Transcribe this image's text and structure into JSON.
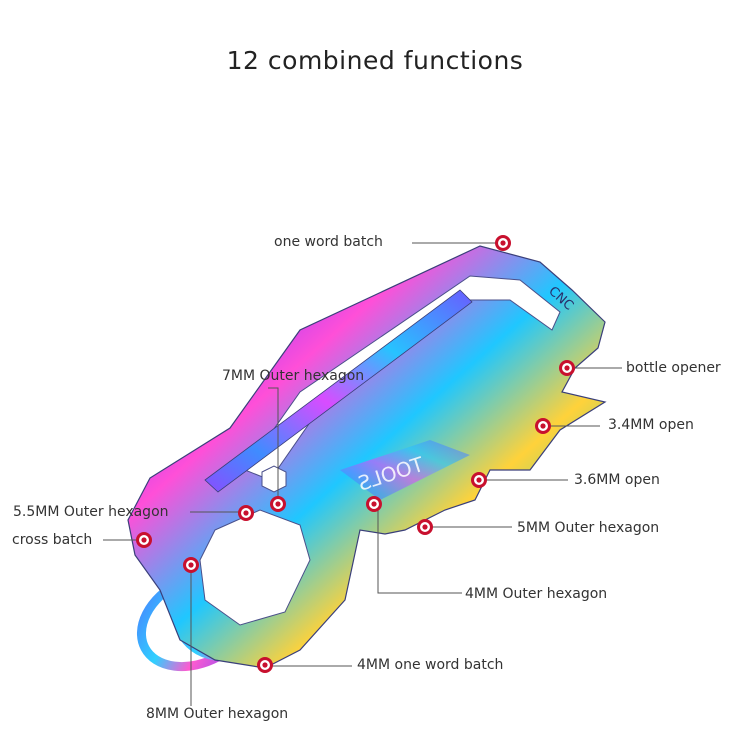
{
  "title": "12 combined functions",
  "engravings": {
    "top": "CNC",
    "middle": "TOOLS"
  },
  "colors": {
    "marker": "#c8102e",
    "leader": "#555555",
    "iridescent": [
      "#3b6cff",
      "#9b3cff",
      "#ff4fd8",
      "#1fc7ff",
      "#ffd23a",
      "#4ad6a0"
    ]
  },
  "labels": [
    {
      "id": "one-word-batch",
      "text": "one word batch"
    },
    {
      "id": "bottle-opener",
      "text": "bottle opener"
    },
    {
      "id": "7mm-outer-hexagon",
      "text": "7MM Outer hexagon"
    },
    {
      "id": "3-4mm-open",
      "text": "3.4MM open"
    },
    {
      "id": "3-6mm-open",
      "text": "3.6MM open"
    },
    {
      "id": "5-5mm-outer-hexagon",
      "text": "5.5MM Outer hexagon"
    },
    {
      "id": "5mm-outer-hexagon",
      "text": "5MM Outer hexagon"
    },
    {
      "id": "cross-batch",
      "text": "cross batch"
    },
    {
      "id": "4mm-outer-hexagon",
      "text": "4MM Outer hexagon"
    },
    {
      "id": "4mm-one-word-batch",
      "text": "4MM one word batch"
    },
    {
      "id": "8mm-outer-hexagon",
      "text": "8MM Outer hexagon"
    }
  ]
}
